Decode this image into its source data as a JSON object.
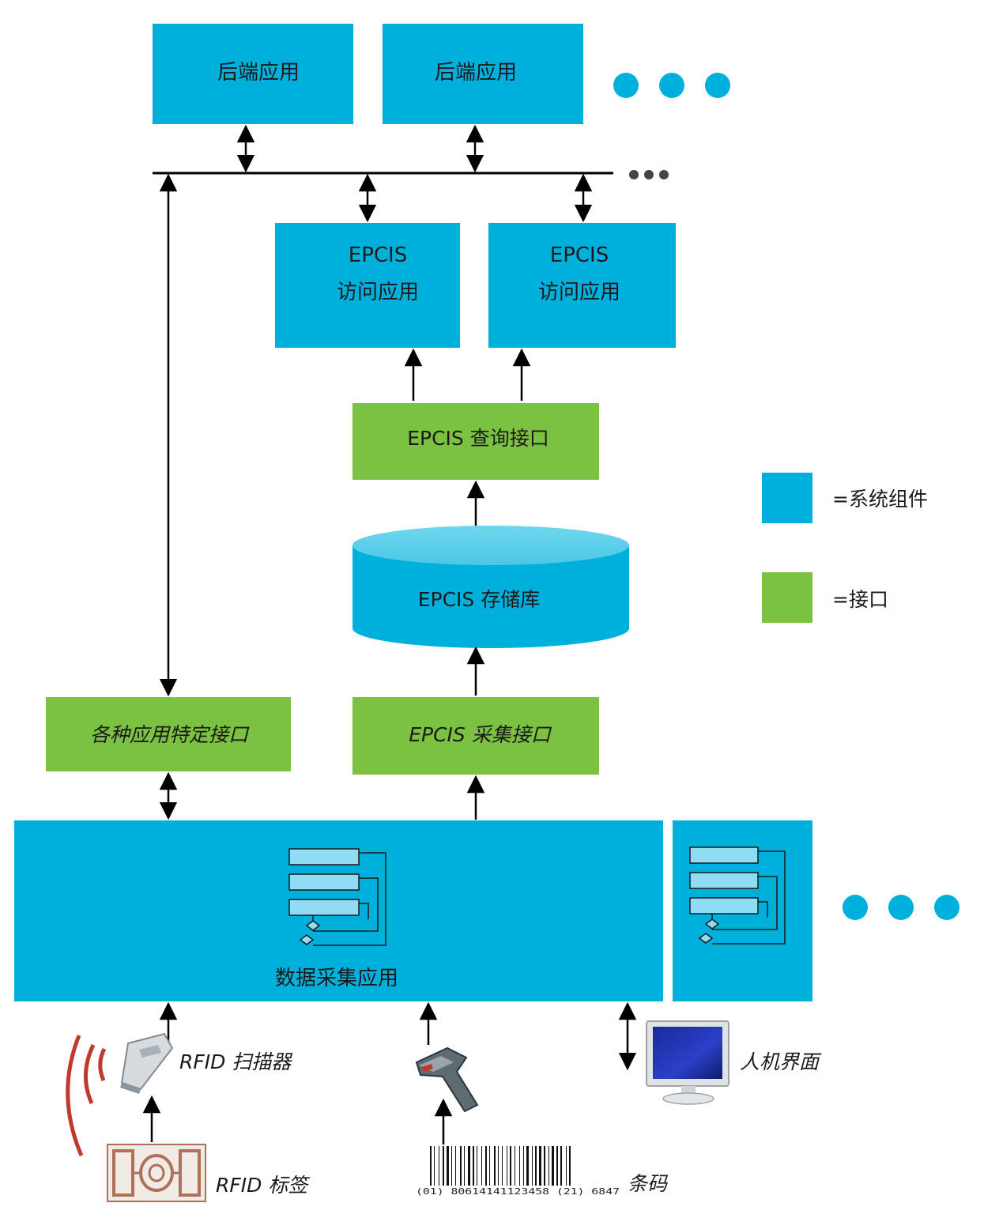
{
  "legend": {
    "component_color": "#00b0dc",
    "interface_color": "#7bc142",
    "component_label": "=系统组件",
    "interface_label": "=接口"
  },
  "backend_apps": [
    {
      "label": "后端应用"
    },
    {
      "label": "后端应用"
    }
  ],
  "epcis_access": [
    {
      "line1": "EPCIS",
      "line2": "访问应用"
    },
    {
      "line1": "EPCIS",
      "line2": "访问应用"
    }
  ],
  "query_interface": {
    "label": "EPCIS 查询接口"
  },
  "repository": {
    "label": "EPCIS 存储库"
  },
  "app_specific_interface": {
    "label": "各种应用特定接口"
  },
  "capture_interface": {
    "label": "EPCIS 采集接口"
  },
  "data_capture_app": {
    "label": "数据采集应用"
  },
  "devices": {
    "rfid_reader": "RFID 扫描器",
    "rfid_tag": "RFID 标签",
    "hmi": "人机界面",
    "barcode": "条码",
    "barcode_digits": "(01) 80614141123458 (21) 6847"
  },
  "icons": [
    "rfid-reader-icon",
    "rfid-tag-icon",
    "barcode-scanner-icon",
    "barcode-icon",
    "monitor-icon",
    "flowchart-icon",
    "ellipsis-icon"
  ]
}
